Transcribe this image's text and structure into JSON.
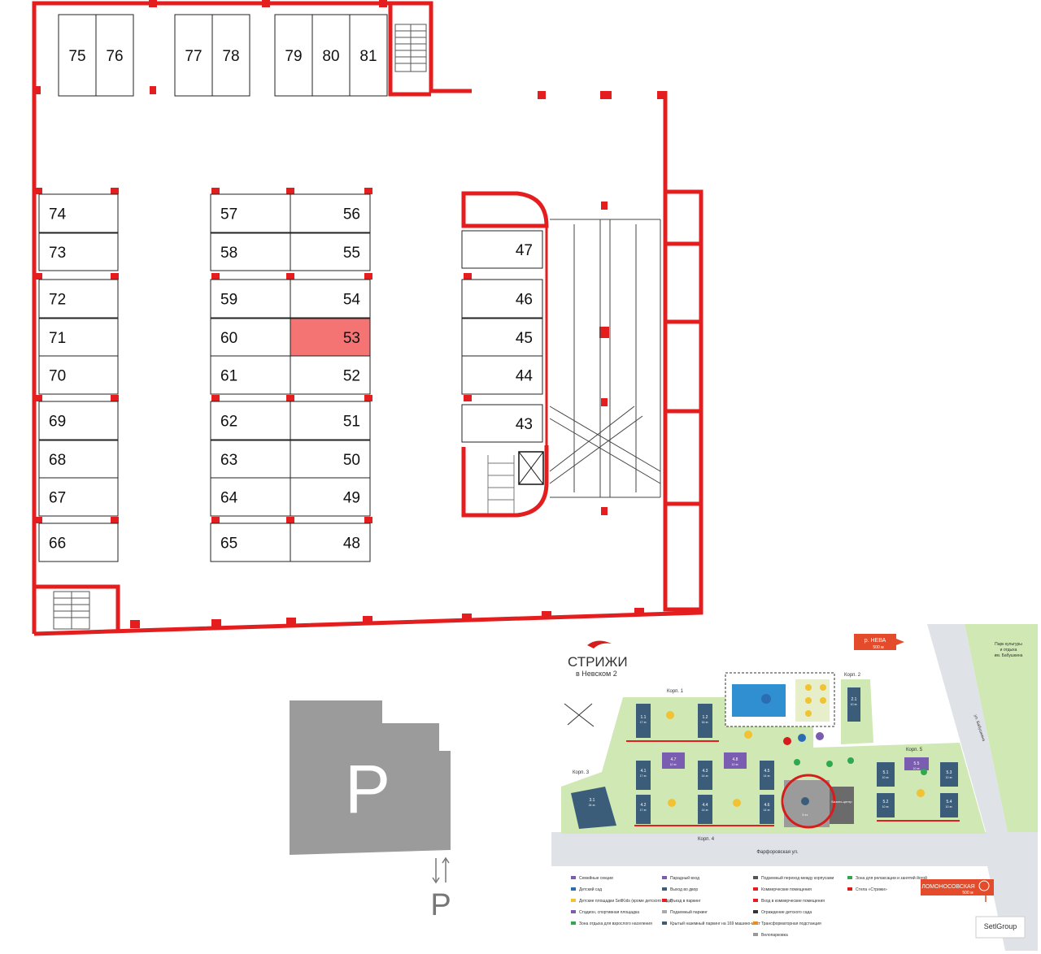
{
  "colors": {
    "wall": "#e41e1e",
    "selected_space": "#f47474",
    "parking_block": "#9b9b9b",
    "map_green": "#cfe8b4",
    "map_dark_green": "#7dbb5c",
    "map_road": "#dfe3e8",
    "building": "#3b5d7a",
    "family_section": "#7a5cb0"
  },
  "selected_space": "53",
  "spaces": {
    "top_row": [
      "75",
      "76",
      "77",
      "78",
      "79",
      "80",
      "81"
    ],
    "left_column": [
      "74",
      "73",
      "72",
      "71",
      "70",
      "69",
      "68",
      "67",
      "66"
    ],
    "middle_left": [
      "57",
      "58",
      "59",
      "60",
      "61",
      "62",
      "63",
      "64",
      "65"
    ],
    "middle_right": [
      "56",
      "55",
      "54",
      "53",
      "52",
      "51",
      "50",
      "49",
      "48"
    ],
    "right_column": [
      "47",
      "46",
      "45",
      "44",
      "43"
    ]
  },
  "parking_block": {
    "letter": "P"
  },
  "entrance_sign": {
    "letter": "P"
  },
  "site_map": {
    "logo_name": "СТРИЖИ",
    "logo_sub": "в Невском 2",
    "neva_label": "р. НЕВА",
    "neva_distance": "500 м",
    "park_label_1": "Парк культуры",
    "park_label_2": "и отдыха",
    "park_label_3": "им. Бабушкина",
    "street_vertical": "ул. Бабушкина",
    "street_bottom": "Фарфоровская ул.",
    "metro_label": "ЛОМОНОСОВСКАЯ",
    "metro_distance": "500 м",
    "developer": "SetlGroup",
    "parking_under_label": "3 эт.",
    "business_center": "Бизнес-центр",
    "corps": [
      "Корп. 1",
      "Корп. 2",
      "Корп. 3",
      "Корп. 4",
      "Корп. 5"
    ],
    "buildings": [
      {
        "id": "1.1",
        "floors": "17 эт."
      },
      {
        "id": "1.2",
        "floors": "16 эт."
      },
      {
        "id": "2.1",
        "floors": "10 эт."
      },
      {
        "id": "3.1",
        "floors": "24 эт."
      },
      {
        "id": "4.1",
        "floors": "17 эт."
      },
      {
        "id": "4.2",
        "floors": "17 эт."
      },
      {
        "id": "4.3",
        "floors": "14 эт."
      },
      {
        "id": "4.4",
        "floors": "14 эт."
      },
      {
        "id": "4.5",
        "floors": "14 эт."
      },
      {
        "id": "4.6",
        "floors": "14 эт."
      },
      {
        "id": "4.7",
        "floors": "10 эт."
      },
      {
        "id": "4.8",
        "floors": "10 эт."
      },
      {
        "id": "5.1",
        "floors": "10 эт."
      },
      {
        "id": "5.2",
        "floors": "10 эт."
      },
      {
        "id": "5.3",
        "floors": "10 эт."
      },
      {
        "id": "5.4",
        "floors": "10 эт."
      },
      {
        "id": "5.5",
        "floors": "10 эт."
      }
    ],
    "legend": [
      "Семейные секции",
      "Детский сад",
      "Детские площадки SetlKids (кроме детского сада)",
      "Стадион, спортивная площадка",
      "Зона отдыха для взрослого населения",
      "Парадный вход",
      "Выход во двор",
      "Въезд в паркинг",
      "Подземный паркинг",
      "Крытый наземный паркинг на 169 машино-мест",
      "Подземный переход между корпусами",
      "Коммерческие помещения",
      "Вход в коммерческие помещения",
      "Ограждение детского сада",
      "Трансформаторная подстанция",
      "Велопарковка",
      "Зона для релаксации и занятий йогой",
      "Стела «Стрижи»"
    ]
  }
}
